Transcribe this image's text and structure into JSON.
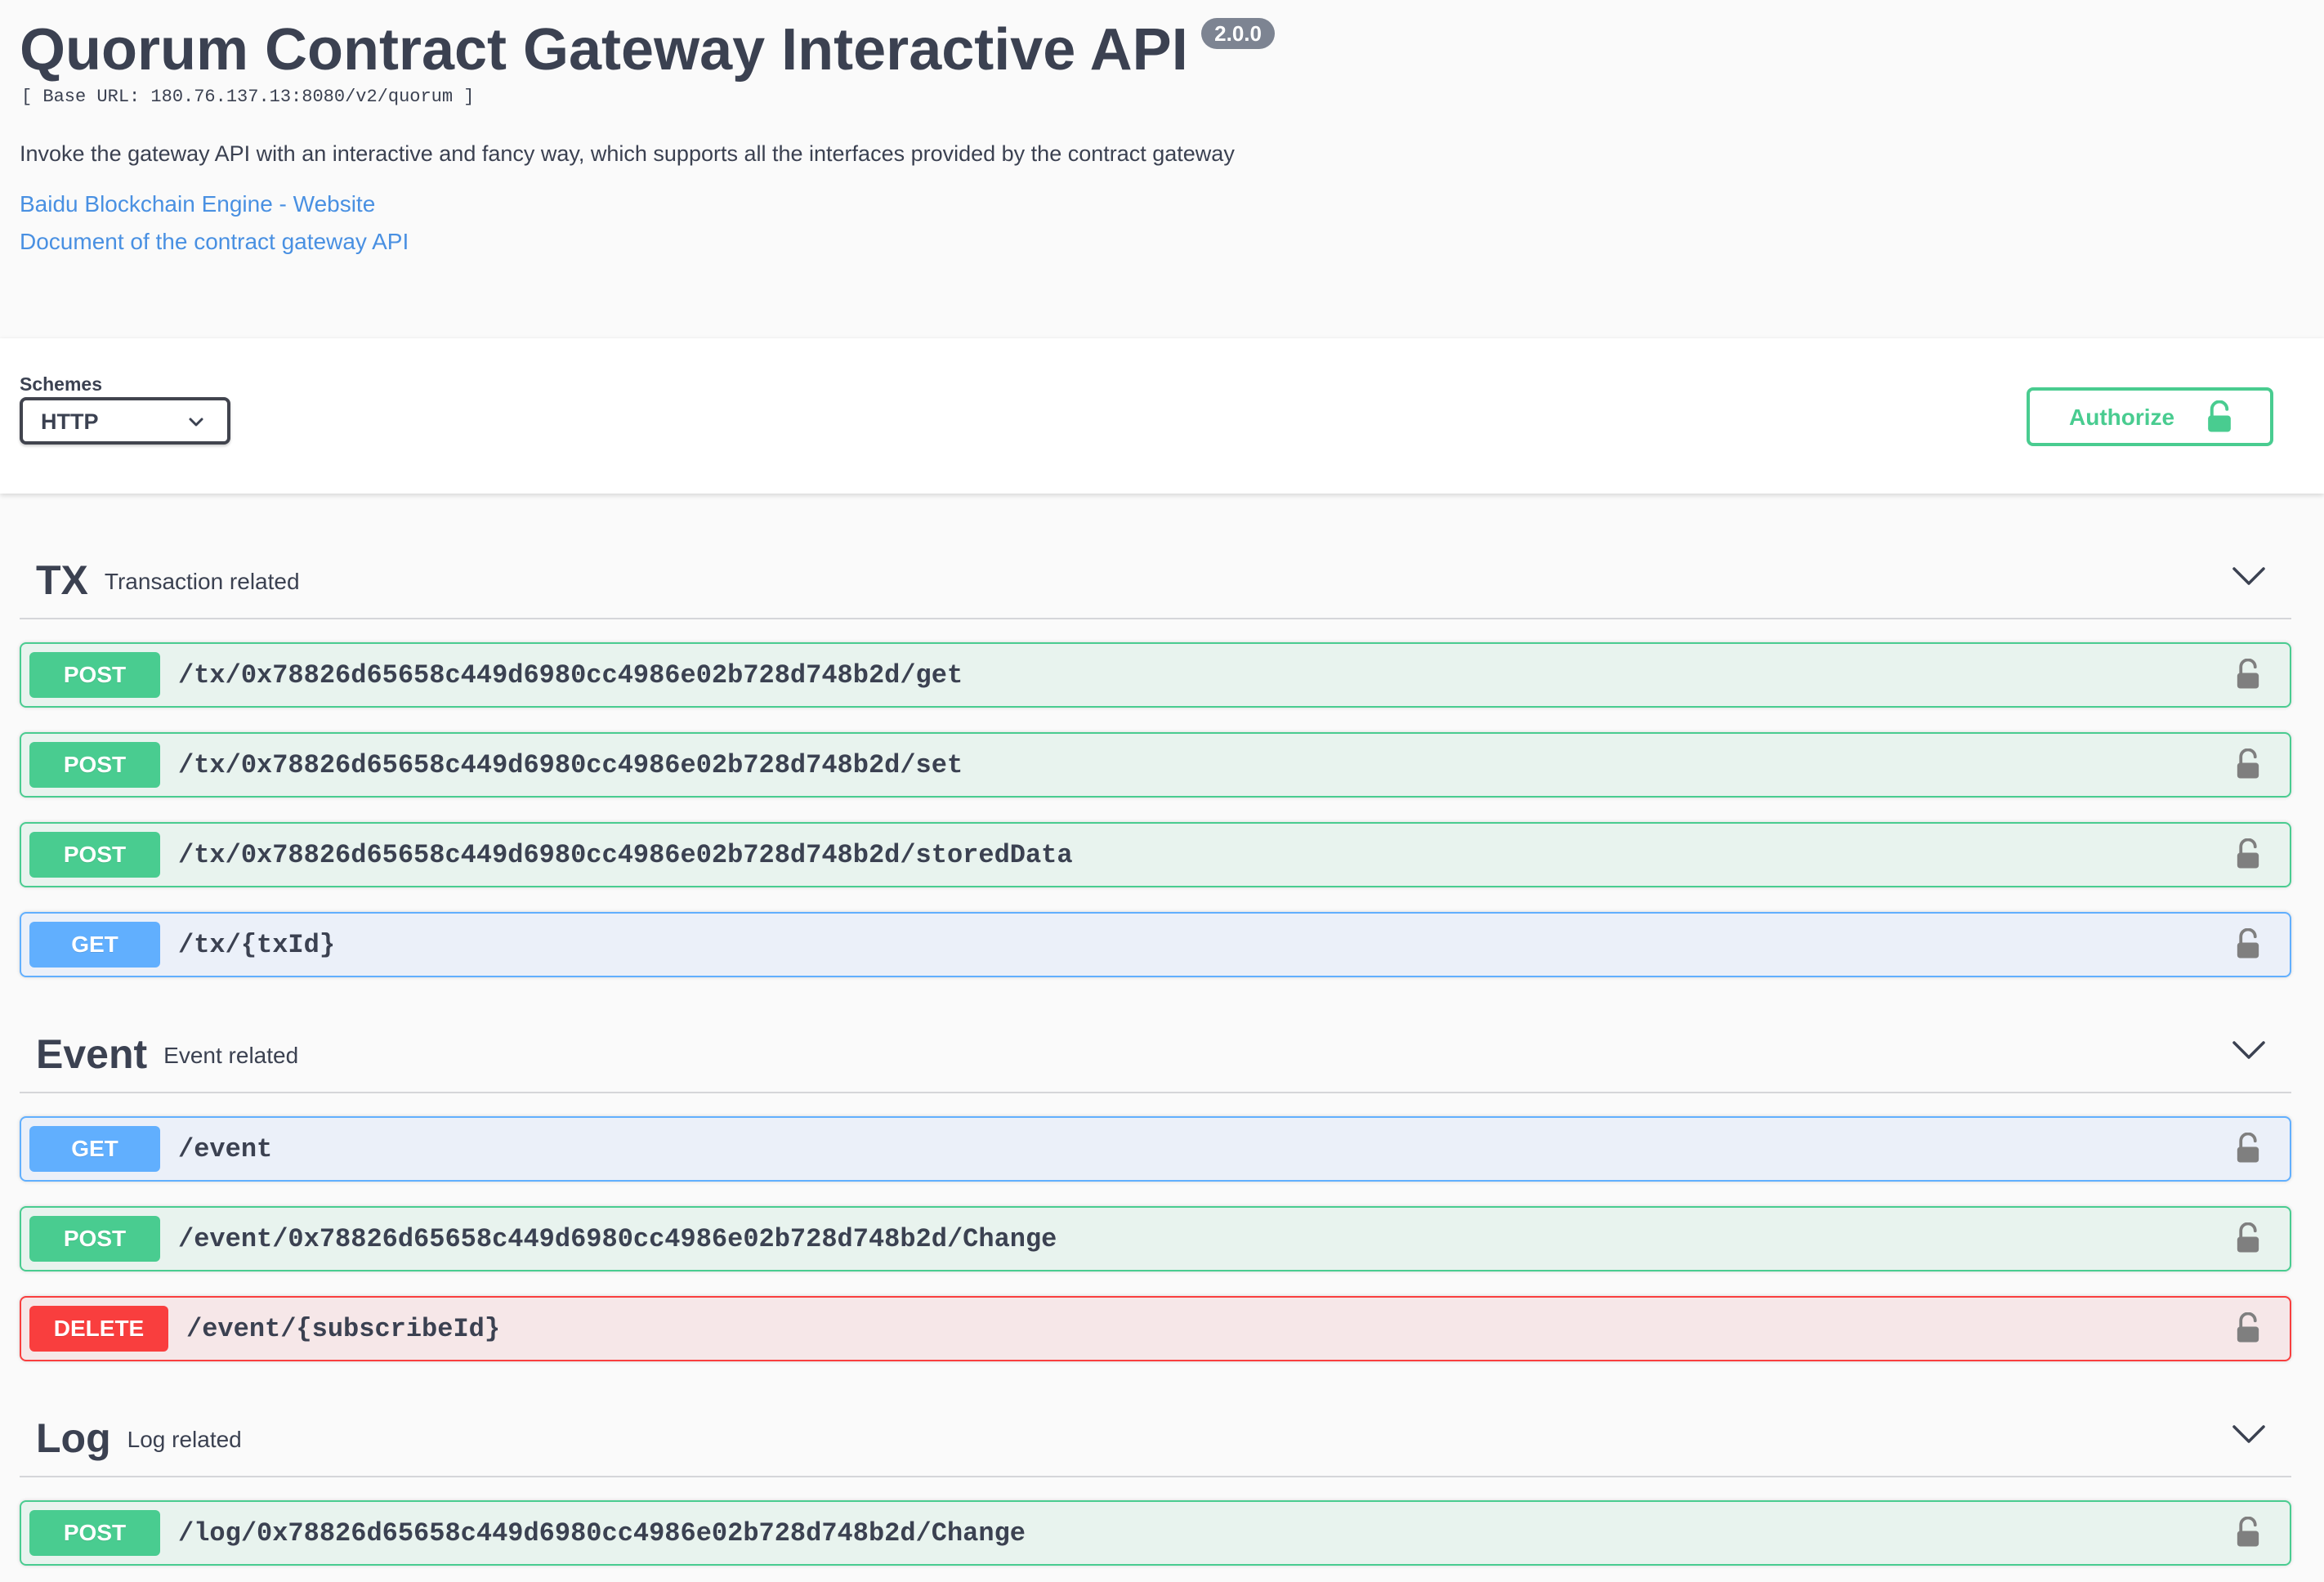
{
  "info": {
    "title": "Quorum Contract Gateway Interactive API",
    "version": "2.0.0",
    "base_url": "[ Base URL: 180.76.137.13:8080/v2/quorum ]",
    "description": "Invoke the gateway API with an interactive and fancy way, which supports all the interfaces provided by the contract gateway",
    "links": [
      "Baidu Blockchain Engine - Website",
      "Document of the contract gateway API"
    ]
  },
  "schemes": {
    "label": "Schemes",
    "selected": "HTTP"
  },
  "authorize": {
    "label": "Authorize",
    "icon": "unlocked-lock-icon"
  },
  "colors": {
    "post": "#49cc90",
    "get": "#61affe",
    "delete": "#f93e3e",
    "link": "#4990e2"
  },
  "tags": [
    {
      "name": "TX",
      "description": "Transaction related",
      "operations": [
        {
          "method": "POST",
          "path": "/tx/0x78826d65658c449d6980cc4986e02b728d748b2d/get"
        },
        {
          "method": "POST",
          "path": "/tx/0x78826d65658c449d6980cc4986e02b728d748b2d/set"
        },
        {
          "method": "POST",
          "path": "/tx/0x78826d65658c449d6980cc4986e02b728d748b2d/storedData"
        },
        {
          "method": "GET",
          "path": "/tx/{txId}"
        }
      ]
    },
    {
      "name": "Event",
      "description": "Event related",
      "operations": [
        {
          "method": "GET",
          "path": "/event"
        },
        {
          "method": "POST",
          "path": "/event/0x78826d65658c449d6980cc4986e02b728d748b2d/Change"
        },
        {
          "method": "DELETE",
          "path": "/event/{subscribeId}"
        }
      ]
    },
    {
      "name": "Log",
      "description": "Log related",
      "operations": [
        {
          "method": "POST",
          "path": "/log/0x78826d65658c449d6980cc4986e02b728d748b2d/Change"
        }
      ]
    }
  ]
}
